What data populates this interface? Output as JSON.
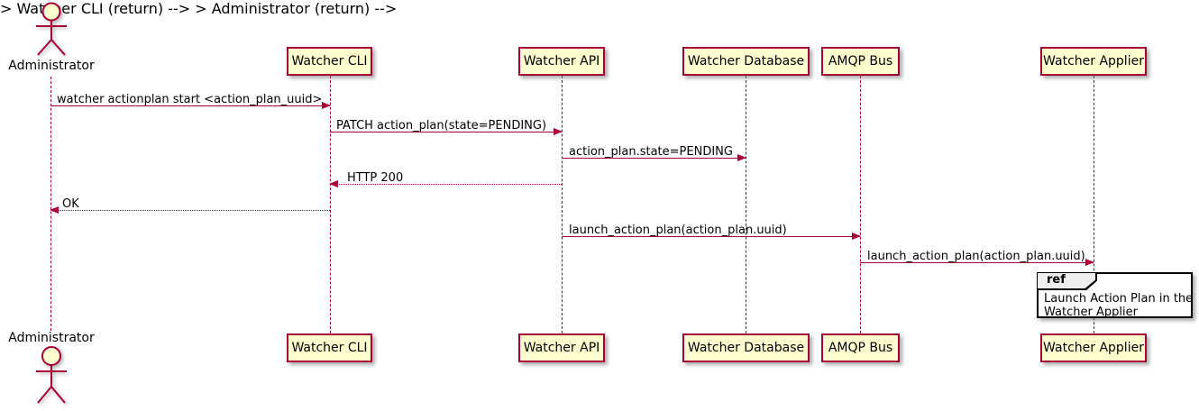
{
  "colors": {
    "participant_fill": "#FEFECE",
    "stroke": "#A80036",
    "ref_border": "#000000",
    "ref_tag_fill": "#EEEEEE",
    "background": "#FFFFFF"
  },
  "actor": {
    "label": "Administrator"
  },
  "participants": [
    {
      "label": "Watcher CLI"
    },
    {
      "label": "Watcher API"
    },
    {
      "label": "Watcher Database"
    },
    {
      "label": "AMQP Bus"
    },
    {
      "label": "Watcher Applier"
    }
  ],
  "messages": [
    {
      "label": "watcher actionplan start <action_plan_uuid>",
      "from": "Administrator",
      "to": "Watcher CLI",
      "line": "solid"
    },
    {
      "label": "PATCH action_plan(state=PENDING)",
      "from": "Watcher CLI",
      "to": "Watcher API",
      "line": "solid"
    },
    {
      "label": "action_plan.state=PENDING",
      "from": "Watcher API",
      "to": "Watcher Database",
      "line": "solid"
    },
    {
      "label": "HTTP 200",
      "from": "Watcher API",
      "to": "Watcher CLI",
      "line": "dotted"
    },
    {
      "label": "OK",
      "from": "Watcher CLI",
      "to": "Administrator",
      "line": "dotted"
    },
    {
      "label": "launch_action_plan(action_plan.uuid)",
      "from": "Watcher API",
      "to": "AMQP Bus",
      "line": "solid"
    },
    {
      "label": "launch_action_plan(action_plan.uuid)",
      "from": "AMQP Bus",
      "to": "Watcher Applier",
      "line": "solid"
    }
  ],
  "ref": {
    "tag": "ref",
    "lines": [
      "Launch Action Plan in the",
      "Watcher Applier"
    ]
  }
}
